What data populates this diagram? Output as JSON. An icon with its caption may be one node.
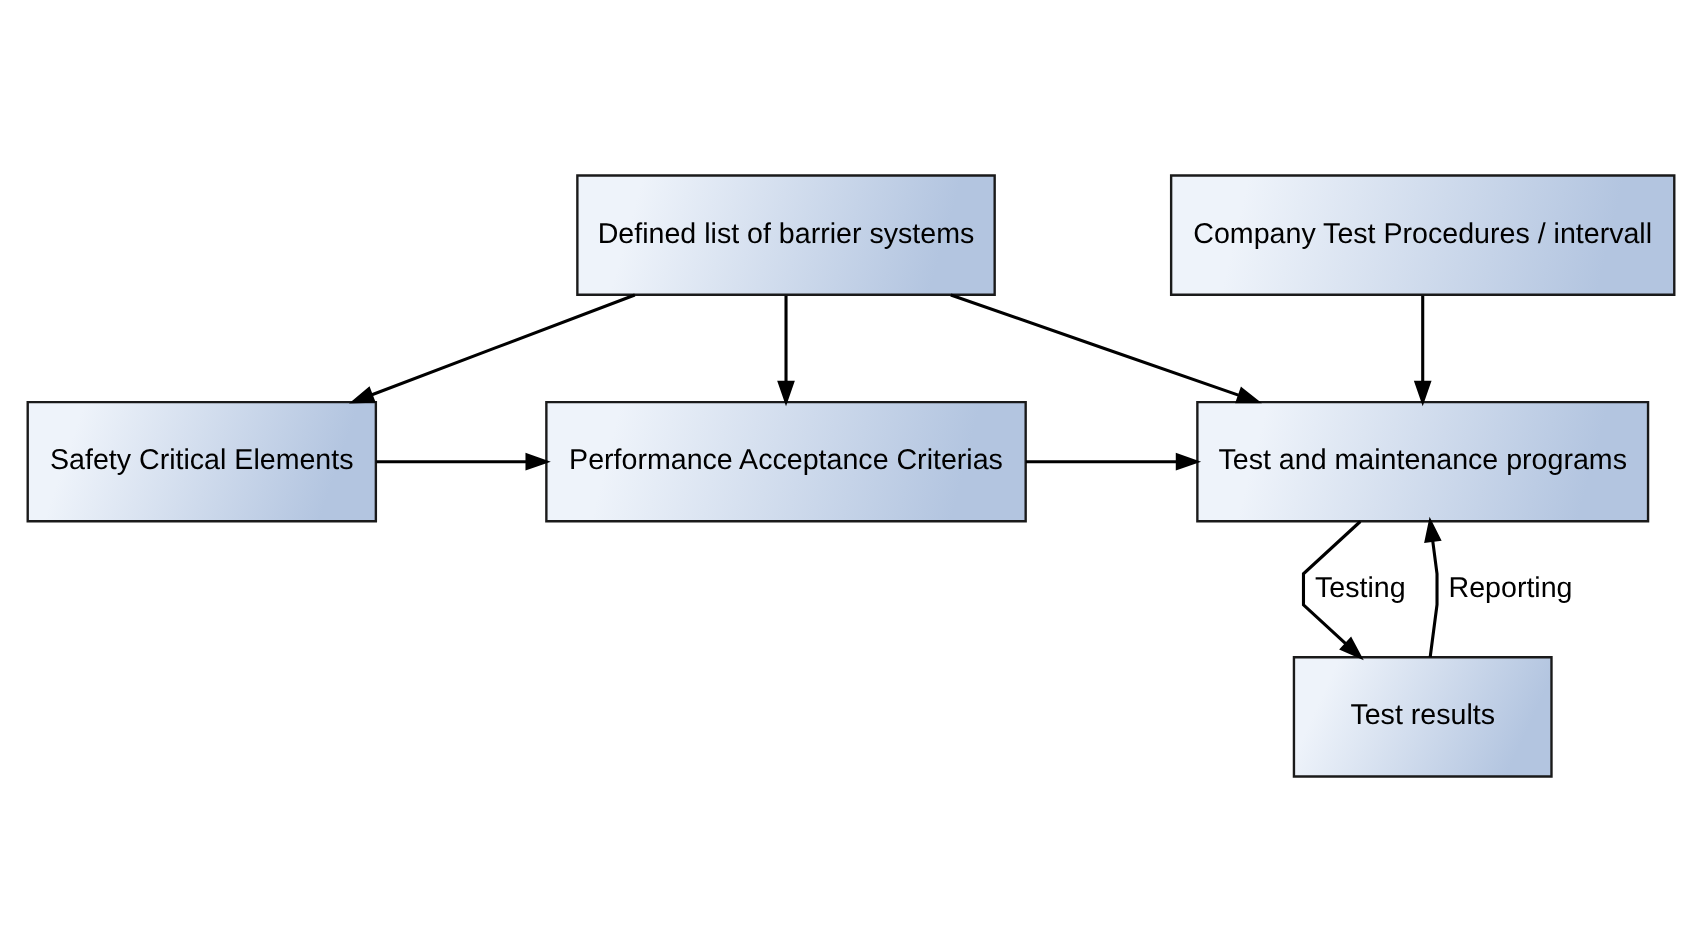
{
  "diagram": {
    "nodes": [
      {
        "text": [
          "Defined list of barrier systems"
        ]
      },
      {
        "text": [
          "Company Test Procedures / intervall"
        ]
      },
      {
        "text": [
          "Safety Critical Elements"
        ]
      },
      {
        "text": [
          "Performance Acceptance Criterias"
        ]
      },
      {
        "text": [
          "Test and maintenance programs"
        ]
      },
      {
        "text": [
          "Test results"
        ]
      }
    ],
    "edges": [
      {
        "from": 0,
        "to": 2,
        "arrow": "to"
      },
      {
        "from": 0,
        "to": 3,
        "arrow": "to"
      },
      {
        "from": 0,
        "to": 4,
        "arrow": "to"
      },
      {
        "from": 1,
        "to": 4,
        "arrow": "to"
      },
      {
        "from": 2,
        "to": 3,
        "arrow": "to"
      },
      {
        "from": 3,
        "to": 4,
        "arrow": "to"
      },
      {
        "from": 4,
        "to": 5,
        "arrow": "to",
        "label": "Testing"
      },
      {
        "from": 5,
        "to": 4,
        "arrow": "to",
        "label": "Reporting"
      }
    ]
  }
}
